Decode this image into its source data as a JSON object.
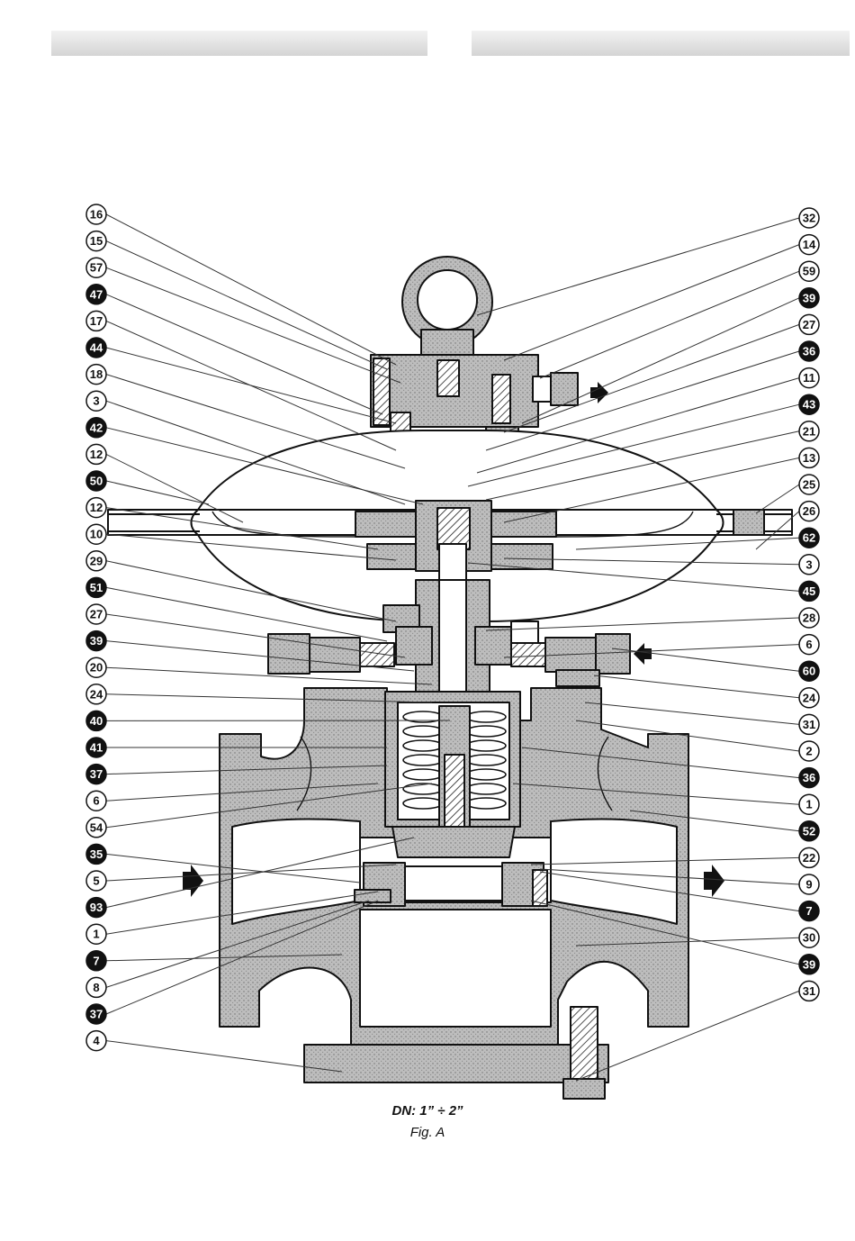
{
  "caption": {
    "dn": "DN: 1” ÷ 2”",
    "figure": "Fig. A"
  },
  "callouts_left": [
    {
      "label": "16",
      "filled": false
    },
    {
      "label": "15",
      "filled": false
    },
    {
      "label": "57",
      "filled": false
    },
    {
      "label": "47",
      "filled": true
    },
    {
      "label": "17",
      "filled": false
    },
    {
      "label": "44",
      "filled": true
    },
    {
      "label": "18",
      "filled": false
    },
    {
      "label": "3",
      "filled": false
    },
    {
      "label": "42",
      "filled": true
    },
    {
      "label": "12",
      "filled": false
    },
    {
      "label": "50",
      "filled": true
    },
    {
      "label": "12",
      "filled": false
    },
    {
      "label": "10",
      "filled": false
    },
    {
      "label": "29",
      "filled": false
    },
    {
      "label": "51",
      "filled": true
    },
    {
      "label": "27",
      "filled": false
    },
    {
      "label": "39",
      "filled": true
    },
    {
      "label": "20",
      "filled": false
    },
    {
      "label": "24",
      "filled": false
    },
    {
      "label": "40",
      "filled": true
    },
    {
      "label": "41",
      "filled": true
    },
    {
      "label": "37",
      "filled": true
    },
    {
      "label": "6",
      "filled": false
    },
    {
      "label": "54",
      "filled": false
    },
    {
      "label": "35",
      "filled": true
    },
    {
      "label": "5",
      "filled": false
    },
    {
      "label": "93",
      "filled": true
    },
    {
      "label": "1",
      "filled": false
    },
    {
      "label": "7",
      "filled": true
    },
    {
      "label": "8",
      "filled": false
    },
    {
      "label": "37",
      "filled": true
    },
    {
      "label": "4",
      "filled": false
    }
  ],
  "callouts_right": [
    {
      "label": "32",
      "filled": false
    },
    {
      "label": "14",
      "filled": false
    },
    {
      "label": "59",
      "filled": false
    },
    {
      "label": "39",
      "filled": true
    },
    {
      "label": "27",
      "filled": false
    },
    {
      "label": "36",
      "filled": true
    },
    {
      "label": "11",
      "filled": false
    },
    {
      "label": "43",
      "filled": true
    },
    {
      "label": "21",
      "filled": false
    },
    {
      "label": "13",
      "filled": false
    },
    {
      "label": "25",
      "filled": false
    },
    {
      "label": "26",
      "filled": false
    },
    {
      "label": "62",
      "filled": true
    },
    {
      "label": "3",
      "filled": false
    },
    {
      "label": "45",
      "filled": true
    },
    {
      "label": "28",
      "filled": false
    },
    {
      "label": "6",
      "filled": false
    },
    {
      "label": "60",
      "filled": true
    },
    {
      "label": "24",
      "filled": false
    },
    {
      "label": "31",
      "filled": false
    },
    {
      "label": "2",
      "filled": false
    },
    {
      "label": "36",
      "filled": true
    },
    {
      "label": "1",
      "filled": false
    },
    {
      "label": "52",
      "filled": true
    },
    {
      "label": "22",
      "filled": false
    },
    {
      "label": "9",
      "filled": false
    },
    {
      "label": "7",
      "filled": true
    },
    {
      "label": "30",
      "filled": false
    },
    {
      "label": "39",
      "filled": true
    },
    {
      "label": "31",
      "filled": false
    }
  ]
}
